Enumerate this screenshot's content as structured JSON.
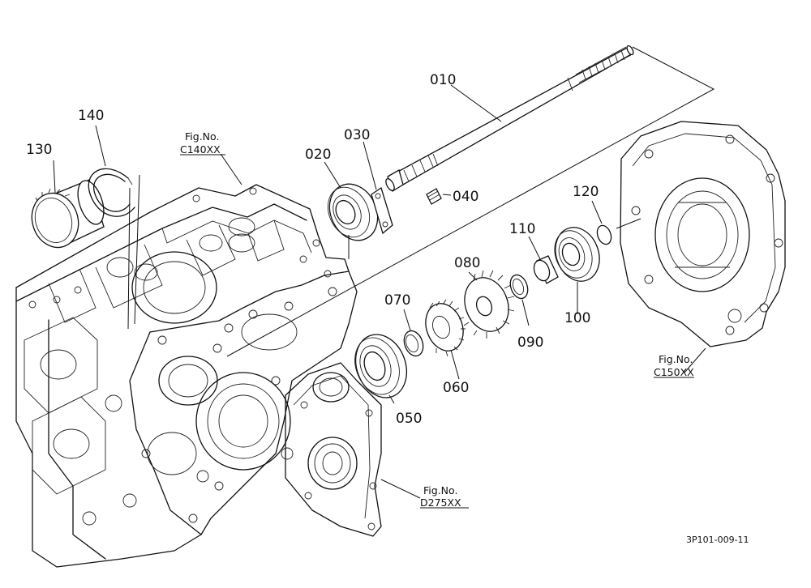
{
  "parts": [
    {
      "key": "p010",
      "label": "010"
    },
    {
      "key": "p020",
      "label": "020"
    },
    {
      "key": "p030",
      "label": "030"
    },
    {
      "key": "p040",
      "label": "040"
    },
    {
      "key": "p050",
      "label": "050"
    },
    {
      "key": "p060",
      "label": "060"
    },
    {
      "key": "p070",
      "label": "070"
    },
    {
      "key": "p080",
      "label": "080"
    },
    {
      "key": "p090",
      "label": "090"
    },
    {
      "key": "p100",
      "label": "100"
    },
    {
      "key": "p110",
      "label": "110"
    },
    {
      "key": "p120",
      "label": "120"
    },
    {
      "key": "p130",
      "label": "130"
    },
    {
      "key": "p140",
      "label": "140"
    }
  ],
  "figrefs": [
    {
      "prefix": "Fig.No.",
      "code": "C140XX"
    },
    {
      "prefix": "Fig.No.",
      "code": "C150XX"
    },
    {
      "prefix": "Fig.No.",
      "code": "D275XX"
    }
  ],
  "drawing_code": "3P101-009-11"
}
